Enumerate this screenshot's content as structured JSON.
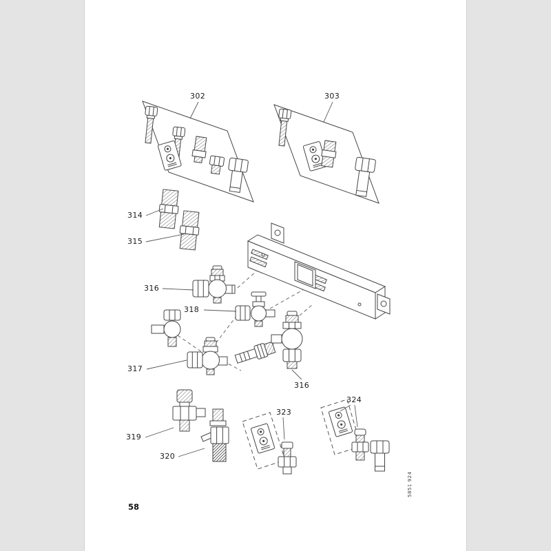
{
  "page": {
    "number": "58",
    "doc_code": "5851 924"
  },
  "labels": {
    "group302": "302",
    "group303": "303",
    "part314": "314",
    "part315": "315",
    "part316a": "316",
    "part316b": "316",
    "part317": "317",
    "part318": "318",
    "part319": "319",
    "part320": "320",
    "group323": "323",
    "group324": "324"
  },
  "colors": {
    "line": "#444444",
    "page_bg": "#ffffff",
    "margin_bg": "#e4e4e4"
  }
}
